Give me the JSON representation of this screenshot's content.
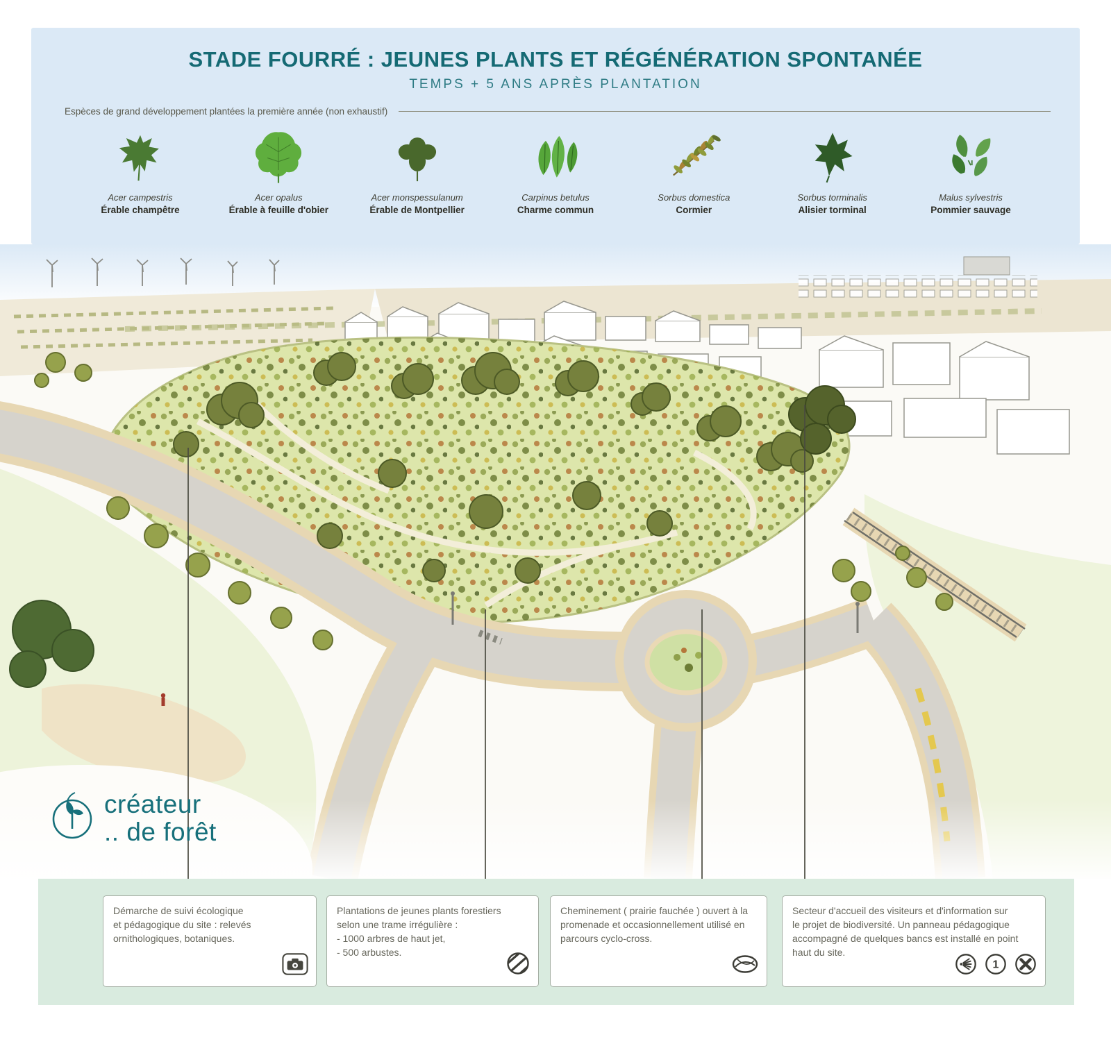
{
  "header": {
    "title": "STADE FOURRÉ : JEUNES PLANTS ET RÉGÉNÉRATION SPONTANÉE",
    "subtitle": "TEMPS + 5 ANS APRÈS PLANTATION",
    "species_intro": "Espèces de grand développement plantées la première année (non exhaustif)"
  },
  "species": [
    {
      "latin": "Acer campestris",
      "common": "Érable champêtre"
    },
    {
      "latin": "Acer opalus",
      "common": "Érable à feuille d'obier"
    },
    {
      "latin": "Acer monspessulanum",
      "common": "Érable de Montpellier"
    },
    {
      "latin": "Carpinus betulus",
      "common": "Charme commun"
    },
    {
      "latin": "Sorbus domestica",
      "common": "Cormier"
    },
    {
      "latin": "Sorbus torminalis",
      "common": "Alisier torminal"
    },
    {
      "latin": "Malus sylvestris",
      "common": "Pommier sauvage"
    }
  ],
  "logo": {
    "line1": "créateur",
    "line2": ".. de forêt"
  },
  "annotations": [
    {
      "text": "Démarche de suivi écologique\net pédagogique du site : relevés\nornithologiques, botaniques.",
      "icons": [
        "camera-icon"
      ]
    },
    {
      "text": "Plantations de jeunes plants forestiers\nselon une trame irrégulière :\n- 1000 arbres de haut jet,\n- 500 arbustes.",
      "icons": [
        "hatched-globe-icon"
      ]
    },
    {
      "text": "Cheminement ( prairie fauchée ) ouvert à la\npromenade et occasionnellement utilisé en\nparcours cyclo-cross.",
      "icons": [
        "path-ellipse-icon"
      ]
    },
    {
      "text": "Secteur d'accueil des visiteurs et d'information sur\nle projet de biodiversité. Un panneau pédagogique\naccompagné de quelques bancs est installé en point\nhaut du site.",
      "icons": [
        "sound-rays-icon",
        "number-one-icon",
        "crossed-paths-icon"
      ]
    }
  ],
  "icons": {
    "number_one_label": "1"
  },
  "colors": {
    "accent_teal": "#17707b",
    "header_blue": "#dbe9f6",
    "band_green": "#d9ebdf",
    "site_green": "#dde6ab",
    "road_gray": "#d6d3cc",
    "shoulder_beige": "#e7d7b3"
  }
}
